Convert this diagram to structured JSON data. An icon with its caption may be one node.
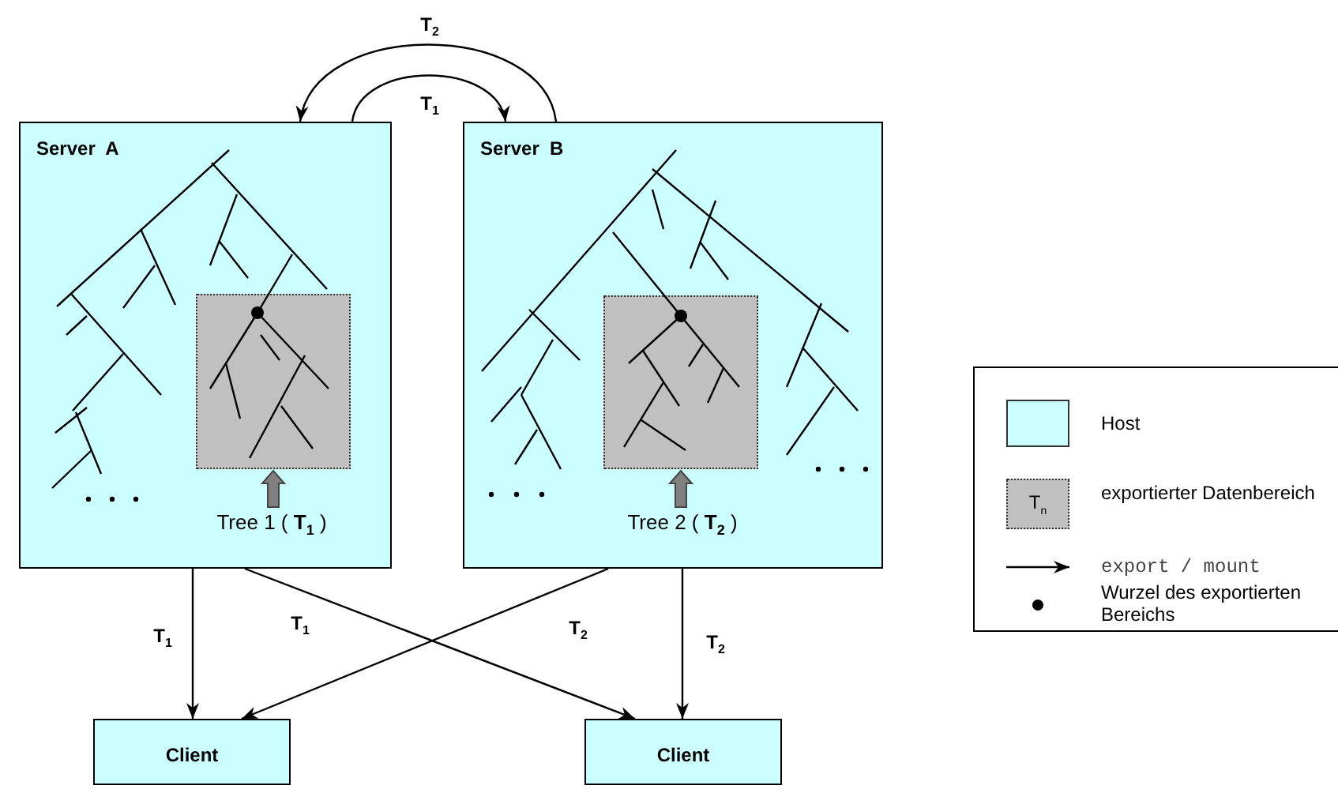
{
  "diagram": {
    "nodes": [
      {
        "text": [
          "Server  A"
        ]
      },
      {
        "text": [],
        "shape": "box",
        "in": 0
      },
      {
        "text": [
          "Tree 1 ( **T**$_{1}$ )"
        ],
        "in": 0
      },
      {
        "text": [
          "Server  B"
        ]
      },
      {
        "text": [],
        "shape": "box",
        "in": 3
      },
      {
        "text": [
          "Tree 2 ( **T**$_{2}$ )"
        ],
        "in": 3
      },
      {
        "text": [
          "Client"
        ]
      },
      {
        "text": [
          "Client"
        ]
      }
    ],
    "edges": [
      {
        "from": 0,
        "to": 3,
        "arrow": "to",
        "label": "T$_{1}$"
      },
      {
        "from": 3,
        "to": 0,
        "arrow": "to",
        "label": "T$_{2}$"
      },
      {
        "from": 0,
        "to": 6,
        "arrow": "to",
        "label": "T$_{1}$"
      },
      {
        "from": 0,
        "to": 7,
        "arrow": "to",
        "label": "T$_{1}$"
      },
      {
        "from": 3,
        "to": 6,
        "arrow": "to",
        "label": "T$_{2}$"
      },
      {
        "from": 3,
        "to": 7,
        "arrow": "to",
        "label": "T$_{2}$"
      },
      {
        "from": 2,
        "to": 1,
        "arrow": "to",
        "style": "thick",
        "color": "#808080"
      },
      {
        "from": 5,
        "to": 4,
        "arrow": "to",
        "style": "thick",
        "color": "#808080"
      }
    ],
    "labels": [
      "T$_{n}$"
    ],
    "legend": [
      {
        "text": "Host",
        "color": "#ccffff"
      },
      {
        "text": "exportierter Datenbereich",
        "color": "#c0c0c0"
      },
      {
        "text": "export / mount"
      },
      {
        "text": "Wurzel des exportierten Bereichs"
      }
    ]
  }
}
